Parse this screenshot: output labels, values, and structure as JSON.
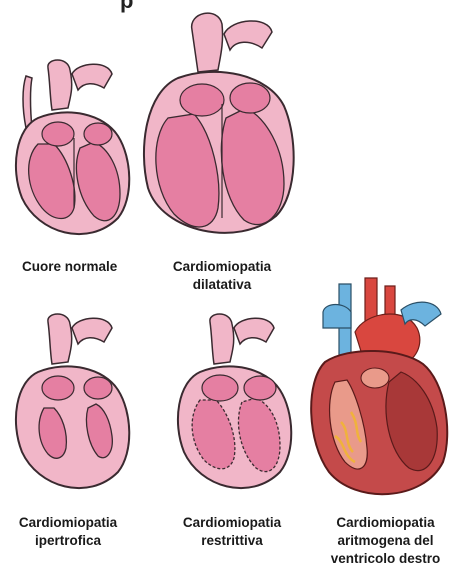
{
  "top_cut_text": "p",
  "captions": {
    "normal": [
      "Cuore normale"
    ],
    "dilated": [
      "Cardiomiopatia",
      "dilatativa"
    ],
    "hypertrophic": [
      "Cardiomiopatia",
      "ipertrofica"
    ],
    "restrictive": [
      "Cardiomiopatia",
      "restrittiva"
    ],
    "arrhythmogenic": [
      "Cardiomiopatia",
      "aritmogena del",
      "ventricolo destro"
    ]
  },
  "colors": {
    "heart_fill": "#f1b6c8",
    "heart_chamber": "#e57fa2",
    "outline": "#3a2a30",
    "vein_blue": "#6cb3df",
    "artery_red": "#d9473f",
    "muscle": "#c44a4a",
    "fat": "#f0b23c"
  }
}
